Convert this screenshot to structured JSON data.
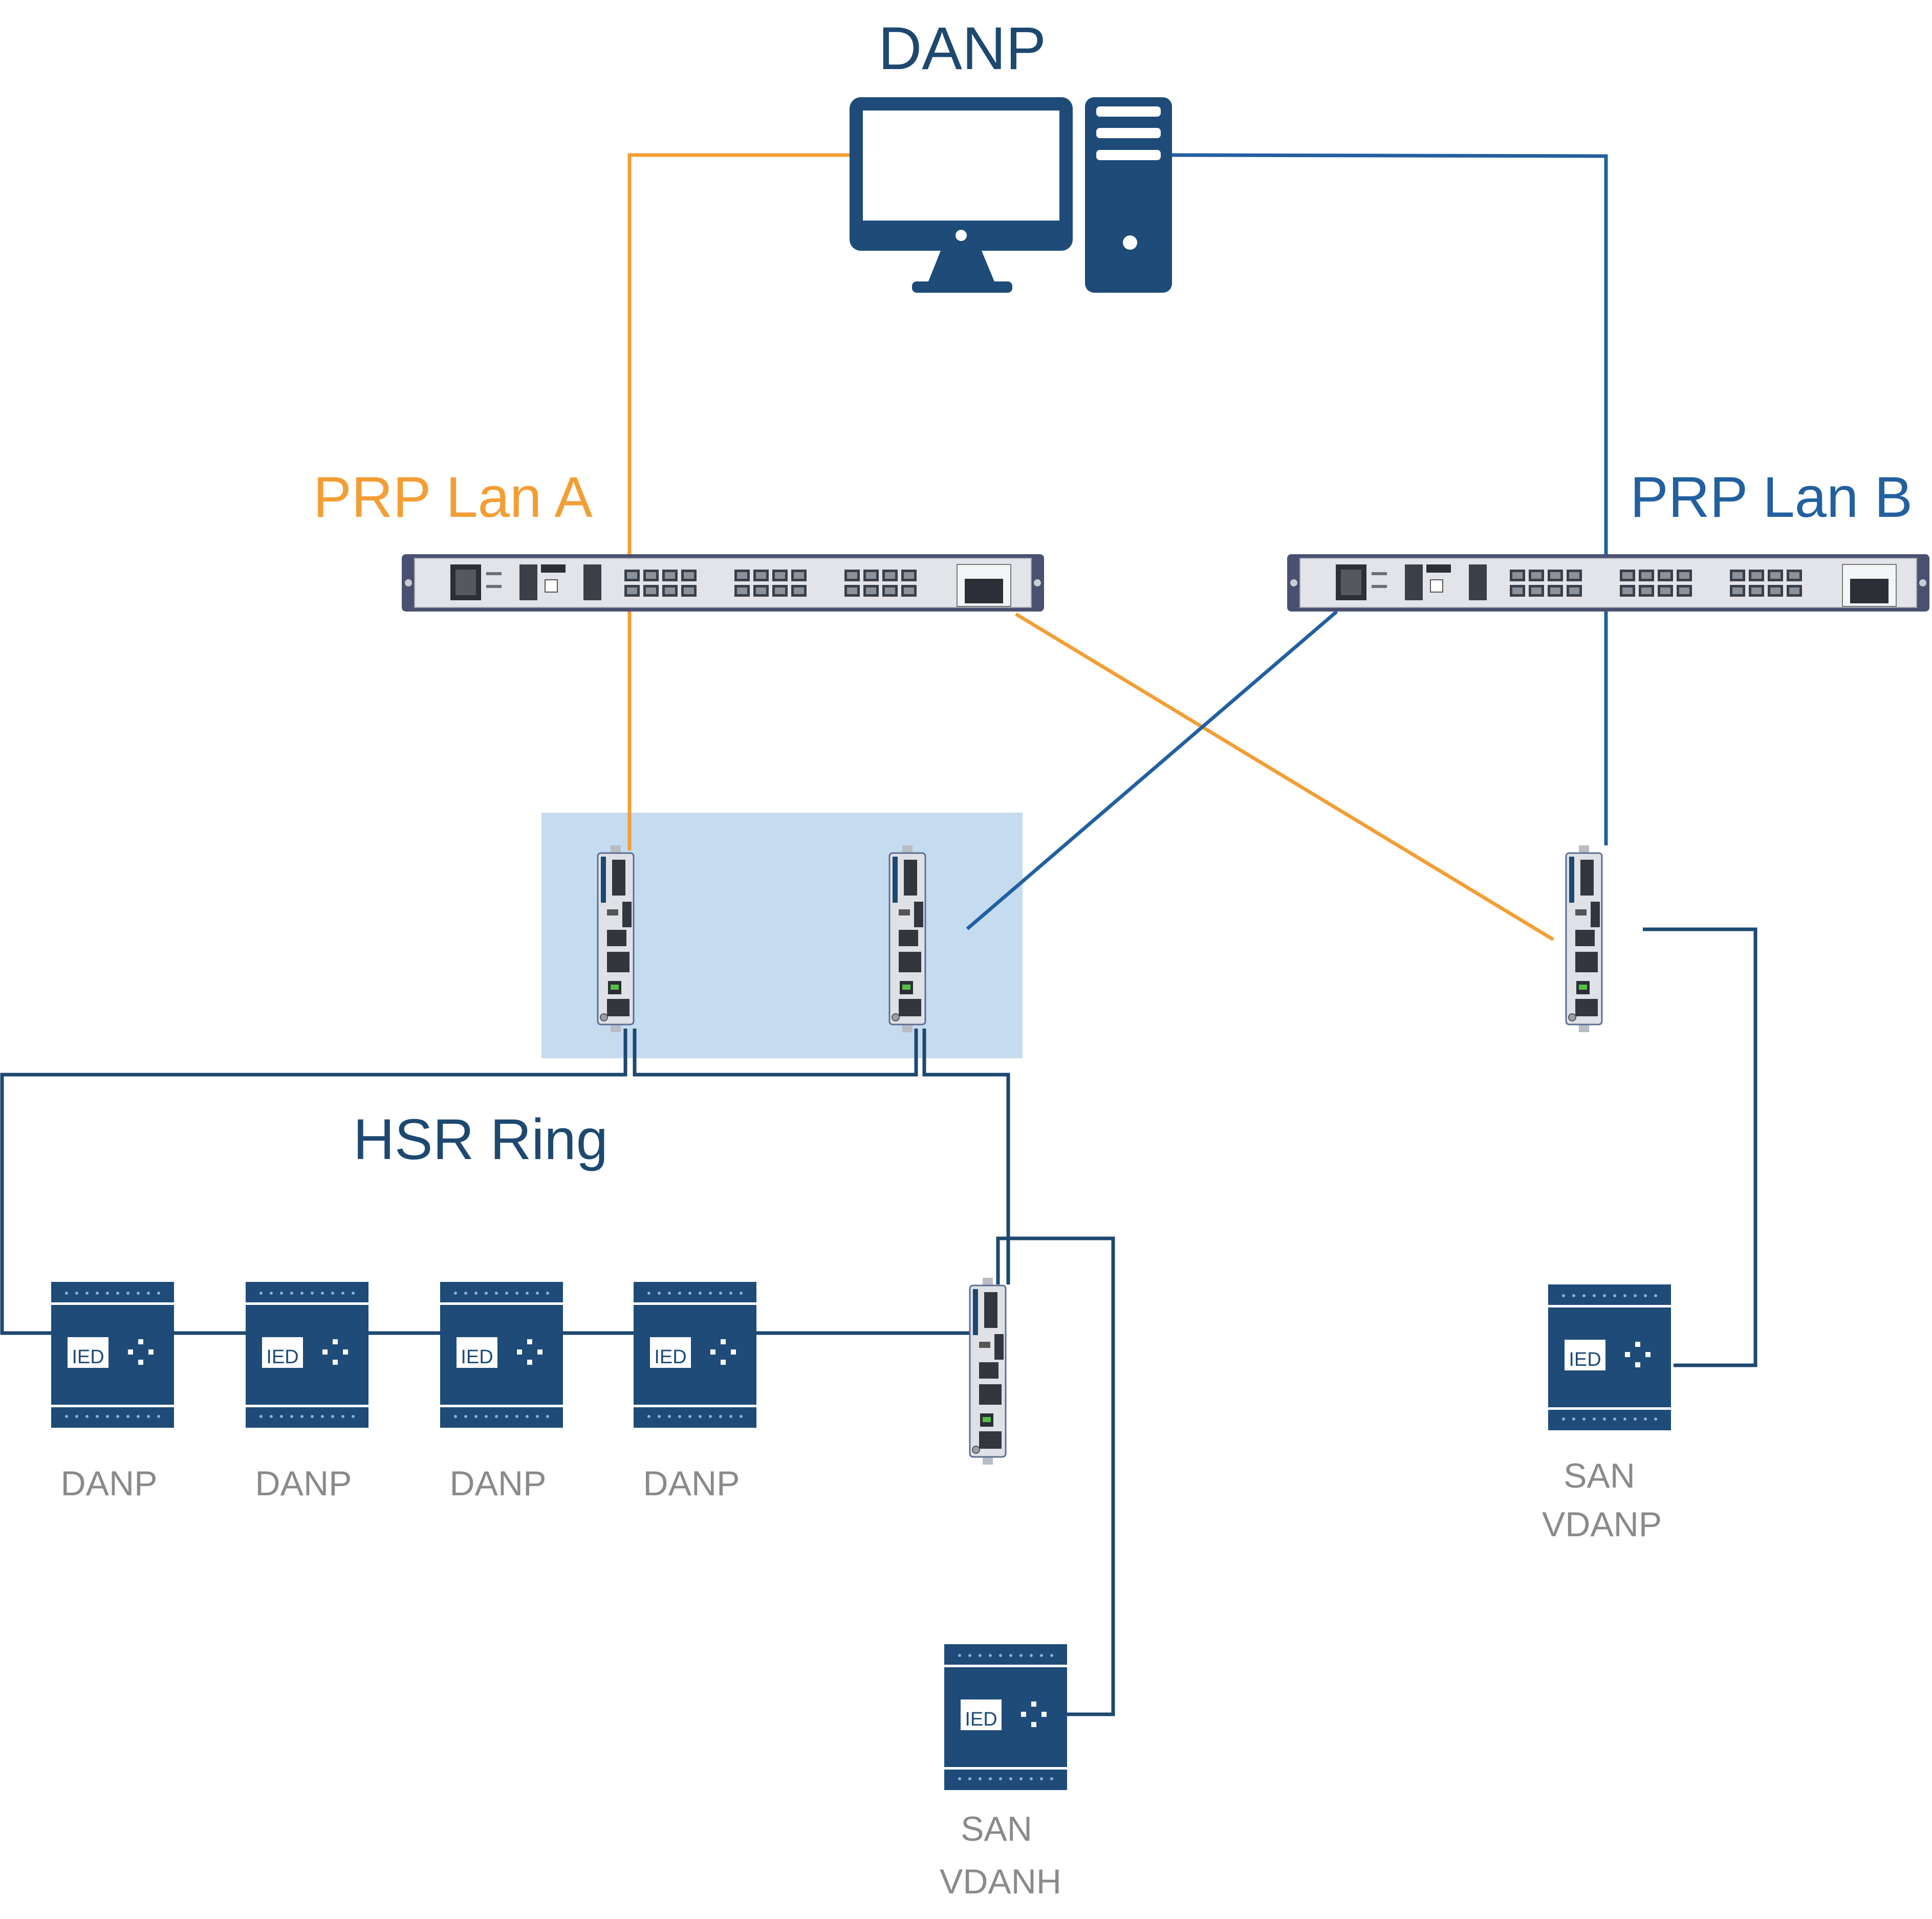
{
  "colors": {
    "lan_a": "#f39e34",
    "lan_b": "#2260a0",
    "dark": "#1d4870",
    "label_gray": "#8a8a8a",
    "hsr_box": "#c5dbf0",
    "chassis": "#d9dbe1"
  },
  "labels": {
    "top_danp": "DANP",
    "prp_lan_a": "PRP Lan A",
    "prp_lan_b": "PRP Lan B",
    "hsr_ring": "HSR Ring",
    "ied_text": "IED"
  },
  "ied_row": [
    {
      "label": "DANP"
    },
    {
      "label": "DANP"
    },
    {
      "label": "DANP"
    },
    {
      "label": "DANP"
    }
  ],
  "san_vdanp": {
    "line1": "SAN",
    "line2": "VDANP"
  },
  "san_vdanh": {
    "line1": "SAN",
    "line2": "VDANH"
  },
  "icons": {
    "computer": "desktop-computer-icon",
    "switch": "rack-switch-icon",
    "redbox": "din-rail-device-icon",
    "ied": "ied-device-icon"
  }
}
